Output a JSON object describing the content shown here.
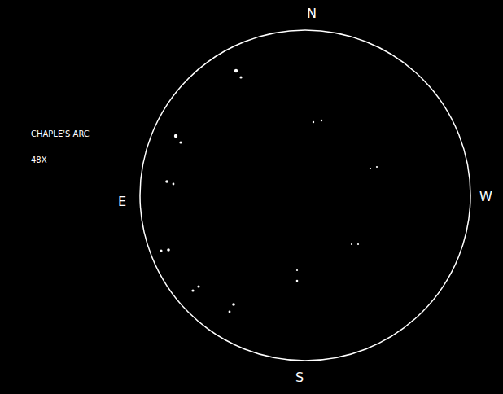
{
  "diagram": {
    "labels": [
      "CHAPLE'S ARC",
      "48X",
      "N",
      "E",
      "W",
      "S"
    ]
  }
}
